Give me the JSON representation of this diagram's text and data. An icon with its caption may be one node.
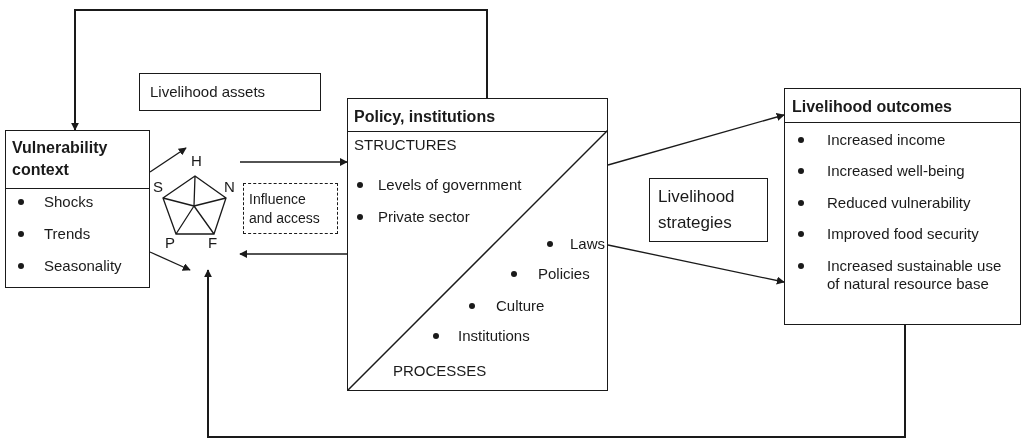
{
  "diagram": {
    "nodes": [
      {
        "text": [
          "Vulnerability context",
          "Shocks",
          "Trends",
          "Seasonality"
        ]
      },
      {
        "text": [
          "Livelihood assets"
        ]
      },
      {
        "text": [
          "H",
          "S",
          "N",
          "P",
          "F"
        ]
      },
      {
        "text": [
          "Influence and access"
        ]
      },
      {
        "text": [
          "Policy, institutions",
          "STRUCTURES",
          "Levels of government",
          "Private sector",
          "Laws",
          "Policies",
          "Culture",
          "Institutions",
          "PROCESSES"
        ]
      },
      {
        "text": [
          "Livelihood strategies"
        ]
      },
      {
        "text": [
          "Livelihood outcomes",
          "Increased income",
          "Increased well-being",
          "Reduced vulnerability",
          "Improved food security",
          "Increased sustainable use of natural resource base"
        ]
      }
    ],
    "edges": [
      {
        "from": 4,
        "to": 0,
        "arrow": "to"
      },
      {
        "from": 6,
        "to": 2,
        "arrow": "to"
      },
      {
        "from": 0,
        "to": 2,
        "arrow": "to"
      },
      {
        "from": 0,
        "to": 2,
        "arrow": "to"
      },
      {
        "from": 2,
        "to": 4,
        "arrow": "to"
      },
      {
        "from": 4,
        "to": 2,
        "arrow": "to"
      },
      {
        "from": 4,
        "to": 6,
        "arrow": "to"
      },
      {
        "from": 4,
        "to": 6,
        "arrow": "to"
      }
    ]
  }
}
